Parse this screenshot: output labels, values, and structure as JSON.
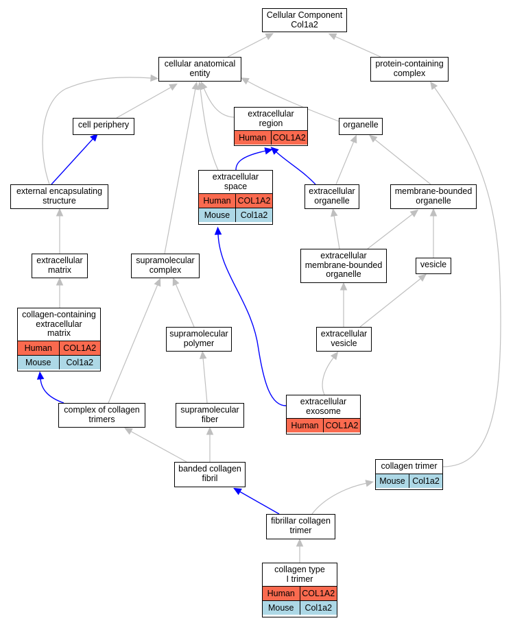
{
  "nodes": {
    "root": {
      "label": "Cellular Component\nCol1a2"
    },
    "cae": {
      "label": "cellular anatomical\nentity"
    },
    "pcc": {
      "label": "protein-containing\ncomplex"
    },
    "cp": {
      "label": "cell periphery"
    },
    "er": {
      "label": "extracellular\nregion",
      "rows": [
        {
          "species": "Human",
          "gene": "COL1A2"
        }
      ]
    },
    "org": {
      "label": "organelle"
    },
    "ees": {
      "label": "external encapsulating\nstructure"
    },
    "es": {
      "label": "extracellular\nspace",
      "rows": [
        {
          "species": "Human",
          "gene": "COL1A2"
        },
        {
          "species": "Mouse",
          "gene": "Col1a2"
        }
      ]
    },
    "eo": {
      "label": "extracellular\norganelle"
    },
    "mbo": {
      "label": "membrane-bounded\norganelle"
    },
    "em": {
      "label": "extracellular\nmatrix"
    },
    "smc": {
      "label": "supramolecular\ncomplex"
    },
    "embo": {
      "label": "extracellular\nmembrane-bounded\norganelle"
    },
    "ves": {
      "label": "vesicle"
    },
    "ccem": {
      "label": "collagen-containing\nextracellular\nmatrix",
      "rows": [
        {
          "species": "Human",
          "gene": "COL1A2"
        },
        {
          "species": "Mouse",
          "gene": "Col1a2"
        }
      ]
    },
    "smp": {
      "label": "supramolecular\npolymer"
    },
    "ev": {
      "label": "extracellular\nvesicle"
    },
    "cct": {
      "label": "complex of collagen\ntrimers"
    },
    "smf": {
      "label": "supramolecular\nfiber"
    },
    "exo": {
      "label": "extracellular\nexosome",
      "rows": [
        {
          "species": "Human",
          "gene": "COL1A2"
        }
      ]
    },
    "bcf": {
      "label": "banded collagen\nfibril"
    },
    "ct": {
      "label": "collagen trimer",
      "rows": [
        {
          "species": "Mouse",
          "gene": "Col1a2"
        }
      ]
    },
    "fct": {
      "label": "fibrillar collagen\ntrimer"
    },
    "ct1": {
      "label": "collagen type\nI trimer",
      "rows": [
        {
          "species": "Human",
          "gene": "COL1A2"
        },
        {
          "species": "Mouse",
          "gene": "Col1a2"
        }
      ]
    }
  },
  "colors": {
    "human": "#fa6a4f",
    "mouse": "#add8e6",
    "edge_default": "#bfbfbf",
    "edge_highlight": "#0000ff"
  }
}
